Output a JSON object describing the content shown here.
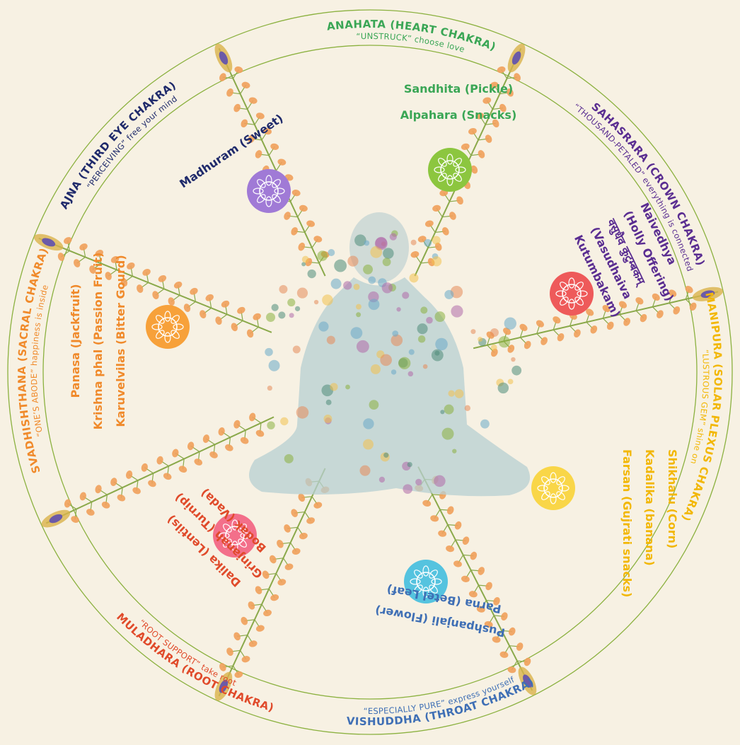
{
  "colors": {
    "background": "#f7f1e3",
    "ring": "#8bb13f",
    "stem": "#8aa94a",
    "flower": "#f0a05a",
    "peacock": "#6b5aa8"
  },
  "chakras": [
    {
      "id": "anahata",
      "title": "ANAHATA (HEART CHAKRA)",
      "subtitle": "“UNSTRUCK” choose love",
      "color": "#3aa655",
      "icon_color": "#8cc63f",
      "foods": [
        "Sandhita (Pickle)",
        "Alpahara (Snacks)"
      ]
    },
    {
      "id": "sahasrara",
      "title": "SAHASRARA (CROWN CHAKRA)",
      "subtitle": "“THOUSAND-PETALED” everything is connected",
      "color": "#5a2d91",
      "icon_color": "#ee5a5a",
      "foods": [
        "Naivedhya",
        "(Holly Offering)",
        "वसुधैव कुटुम्बकम्",
        "(Vasudhaiva",
        "Kutumbakam)"
      ]
    },
    {
      "id": "manipura",
      "title": "MANIPURA (SOLAR PLEXUS CHAKRA)",
      "subtitle": "“LUSTROUS GEM” shine on",
      "color": "#f2b705",
      "icon_color": "#f9d648",
      "foods": [
        "Shikhalu (Corn)",
        "Kadalika (banana)",
        "Farsan (Gujrati snacks)"
      ]
    },
    {
      "id": "vishuddha",
      "title": "VISHUDDHA (THROAT CHAKRA)",
      "subtitle": "“ESPECIALLY PURE” express yourself",
      "color": "#3f6fb5",
      "icon_color": "#55c3df",
      "foods": [
        "Pushpanjali (Flower)",
        "Parna (Betel Leaf)"
      ]
    },
    {
      "id": "muladhara",
      "title": "MULADHARA (ROOT CHAKRA)",
      "subtitle": "“ROOT SUPPORT” take root",
      "color": "#e04a2a",
      "icon_color": "#f36f8a",
      "foods": [
        "Dalika (Lentils)",
        "Grinjanah (Turnip)",
        "Bodak (Vada)"
      ]
    },
    {
      "id": "svadhishthana",
      "title": "SVADHISHTHANA (SACRAL CHAKRA)",
      "subtitle": "“ONE’S ABODE” happiness is inside",
      "color": "#f08a2b",
      "icon_color": "#f7a13a",
      "foods": [
        "Panasa (Jackfruit)",
        "Krishna phal (Passion Fruit)",
        "Karuvelvilas (Bitter Gourd)"
      ]
    },
    {
      "id": "ajna",
      "title": "AJNA (THIRD EYE CHAKRA)",
      "subtitle": "“PERCEIVING” free your mind",
      "color": "#1f2a6b",
      "icon_color": "#a07ad6",
      "foods": [
        "Madhuram (Sweet)"
      ]
    }
  ]
}
